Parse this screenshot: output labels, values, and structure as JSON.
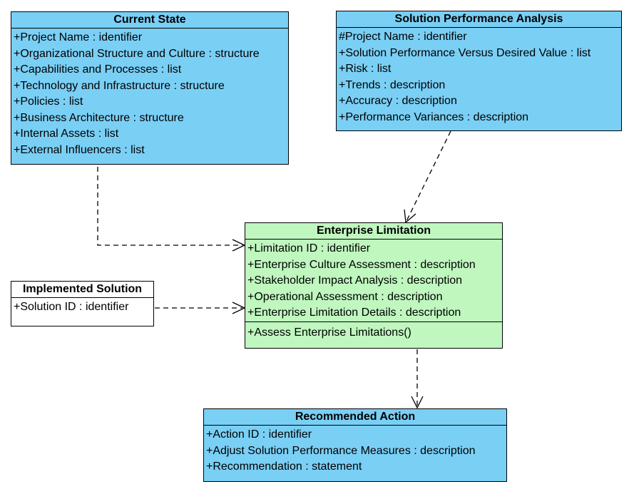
{
  "classes": {
    "current_state": {
      "title": "Current State",
      "attributes": [
        "+Project Name : identifier",
        "+Organizational Structure and Culture : structure",
        "+Capabilities and Processes : list",
        "+Technology and Infrastructure : structure",
        "+Policies : list",
        "+Business Architecture : structure",
        "+Internal Assets : list",
        "+External Influencers : list"
      ]
    },
    "solution_performance_analysis": {
      "title": "Solution Performance Analysis",
      "attributes": [
        "#Project Name : identifier",
        "+Solution Performance Versus Desired Value : list",
        "+Risk : list",
        "+Trends : description",
        "+Accuracy : description",
        "+Performance Variances : description"
      ]
    },
    "enterprise_limitation": {
      "title": "Enterprise Limitation",
      "attributes": [
        "+Limitation ID : identifier",
        "+Enterprise Culture Assessment : description",
        "+Stakeholder Impact Analysis : description",
        "+Operational Assessment : description",
        "+Enterprise Limitation Details : description"
      ],
      "operations": [
        "+Assess Enterprise Limitations()"
      ]
    },
    "implemented_solution": {
      "title": "Implemented Solution",
      "attributes": [
        "+Solution ID : identifier"
      ]
    },
    "recommended_action": {
      "title": "Recommended Action",
      "attributes": [
        "+Action ID : identifier",
        "+Adjust Solution Performance Measures : description",
        "+Recommendation : statement"
      ]
    }
  },
  "colors": {
    "blue_class": "#7acff5",
    "green_class": "#bff7bf",
    "white_class": "#ffffff"
  }
}
